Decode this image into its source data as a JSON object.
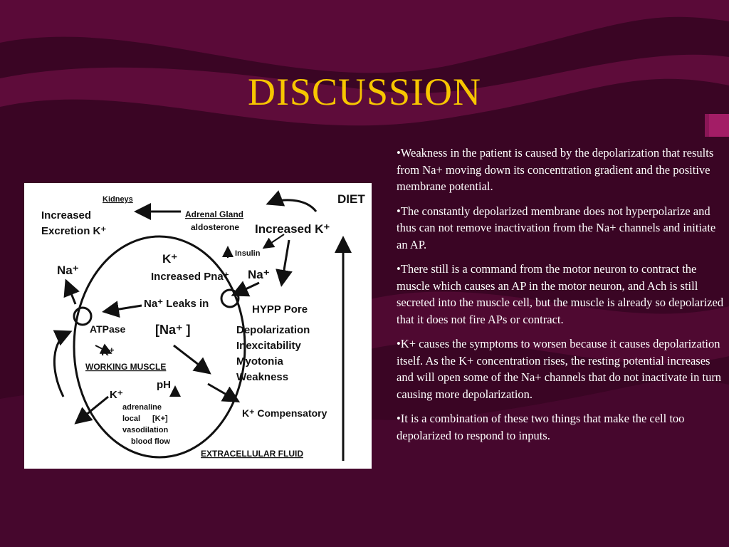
{
  "slide": {
    "title": "DISCUSSION",
    "bullets": [
      "•Weakness in the patient is caused by the depolarization that results from Na+ moving down its concentration gradient and the positive membrane potential.",
      "•The constantly depolarized membrane does not hyperpolarize and thus can not remove inactivation from the Na+ channels and initiate an AP.",
      "•There still is a command from the motor neuron to contract the muscle which causes an AP in the motor neuron, and Ach is still secreted into the muscle cell, but the muscle is already so depolarized that it does not fire APs or contract.",
      "•K+ causes the symptoms to worsen because it causes depolarization itself.  As the K+ concentration rises, the resting potential increases and will open some of the Na+ channels that do not inactivate in turn causing more depolarization.",
      "•It is a combination of these two things that make the cell too depolarized to respond to inputs."
    ]
  },
  "diagram": {
    "kidneys": "Kidneys",
    "increased": "Increased",
    "excretion_k": "Excretion K⁺",
    "adrenal_gland": "Adrenal Gland",
    "aldosterone": "aldosterone",
    "diet": "DIET",
    "increased_k": "Increased K⁺",
    "insulin": "Insulin",
    "k_plus": "K⁺",
    "increased_pna": "Increased Pna⁺",
    "na_plus": "Na⁺",
    "na_plus_right": "Na⁺",
    "na_leaks_in": "Na⁺ Leaks in",
    "hypp_pore": "HYPP Pore",
    "atpase": "ATPase",
    "na_conc": "[Na⁺ ]",
    "depolarization": "Depolarization",
    "inexcitability": "Inexcitability",
    "myotonia": "Myotonia",
    "weakness": "Weakness",
    "k_plus_2": "K⁺",
    "working_muscle": "WORKING MUSCLE",
    "ph": "pH",
    "k_plus_3": "K⁺",
    "adrenaline": "adrenaline",
    "local_k": "local",
    "local_k2": "[K+]",
    "vasodilation": "vasodilation",
    "blood_flow": "blood flow",
    "k_compensatory": "K⁺ Compensatory",
    "extracellular_fluid": "EXTRACELLULAR FLUID"
  }
}
